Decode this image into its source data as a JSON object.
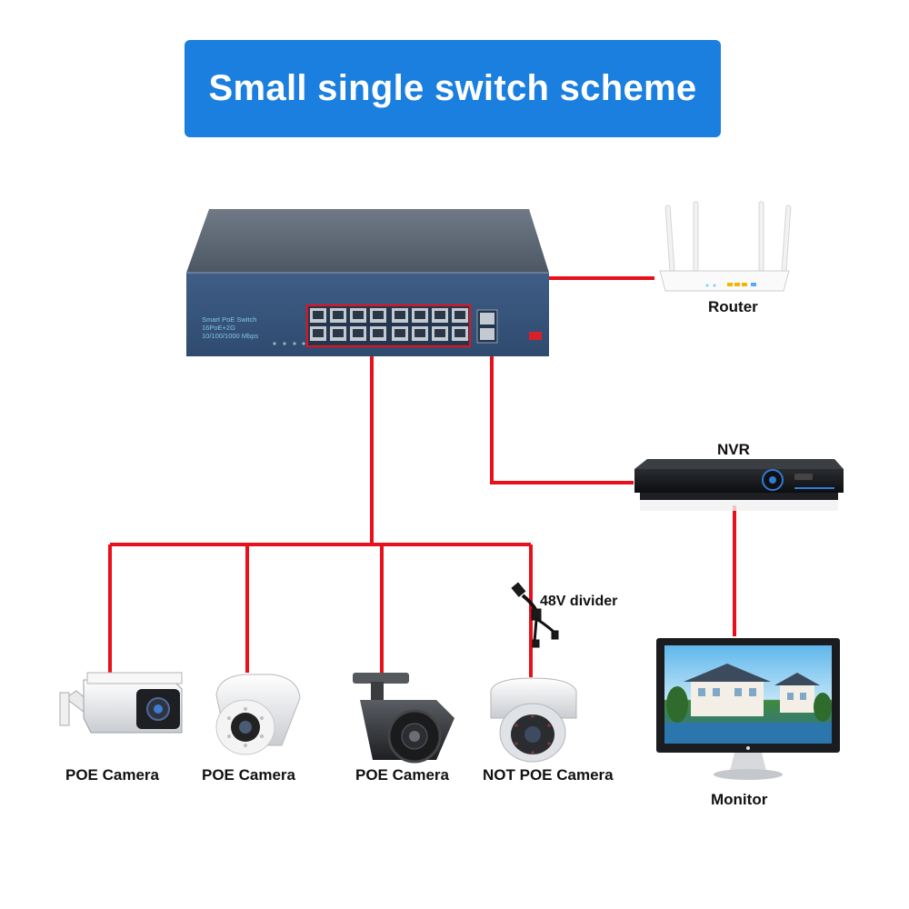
{
  "title": "Small single switch scheme",
  "switch": {
    "line1": "Smart PoE Switch",
    "line2": "16PoE+2G",
    "line3": "10/100/1000 Mbps"
  },
  "labels": {
    "router": "Router",
    "nvr": "NVR",
    "monitor": "Monitor",
    "divider": "48V divider",
    "camera1": "POE Camera",
    "camera2": "POE Camera",
    "camera3": "POE Camera",
    "camera4": "NOT POE Camera"
  },
  "colors": {
    "banner": "#1a7fde",
    "cable": "#e8101a",
    "switch_body": "#3d5a80"
  }
}
